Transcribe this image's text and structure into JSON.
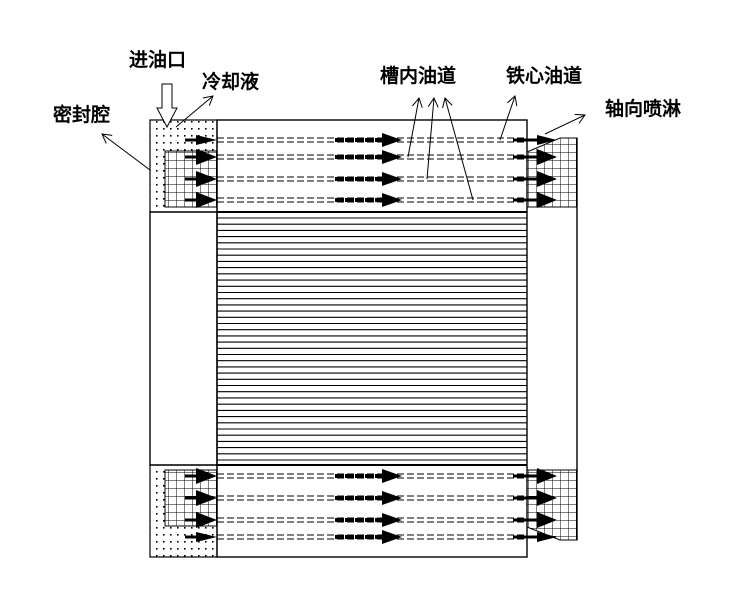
{
  "labels": {
    "oil_inlet": "进油口",
    "coolant": "冷却液",
    "seal_cavity": "密封腔",
    "slot_oil_channel": "槽内油道",
    "core_oil_channel": "铁心油道",
    "axial_spray": "轴向喷淋"
  },
  "components": {
    "top_channel_count": 4,
    "bottom_channel_count": 4,
    "lamination_line_count": 40
  },
  "colors": {
    "stroke": "#000000",
    "background": "#ffffff"
  }
}
